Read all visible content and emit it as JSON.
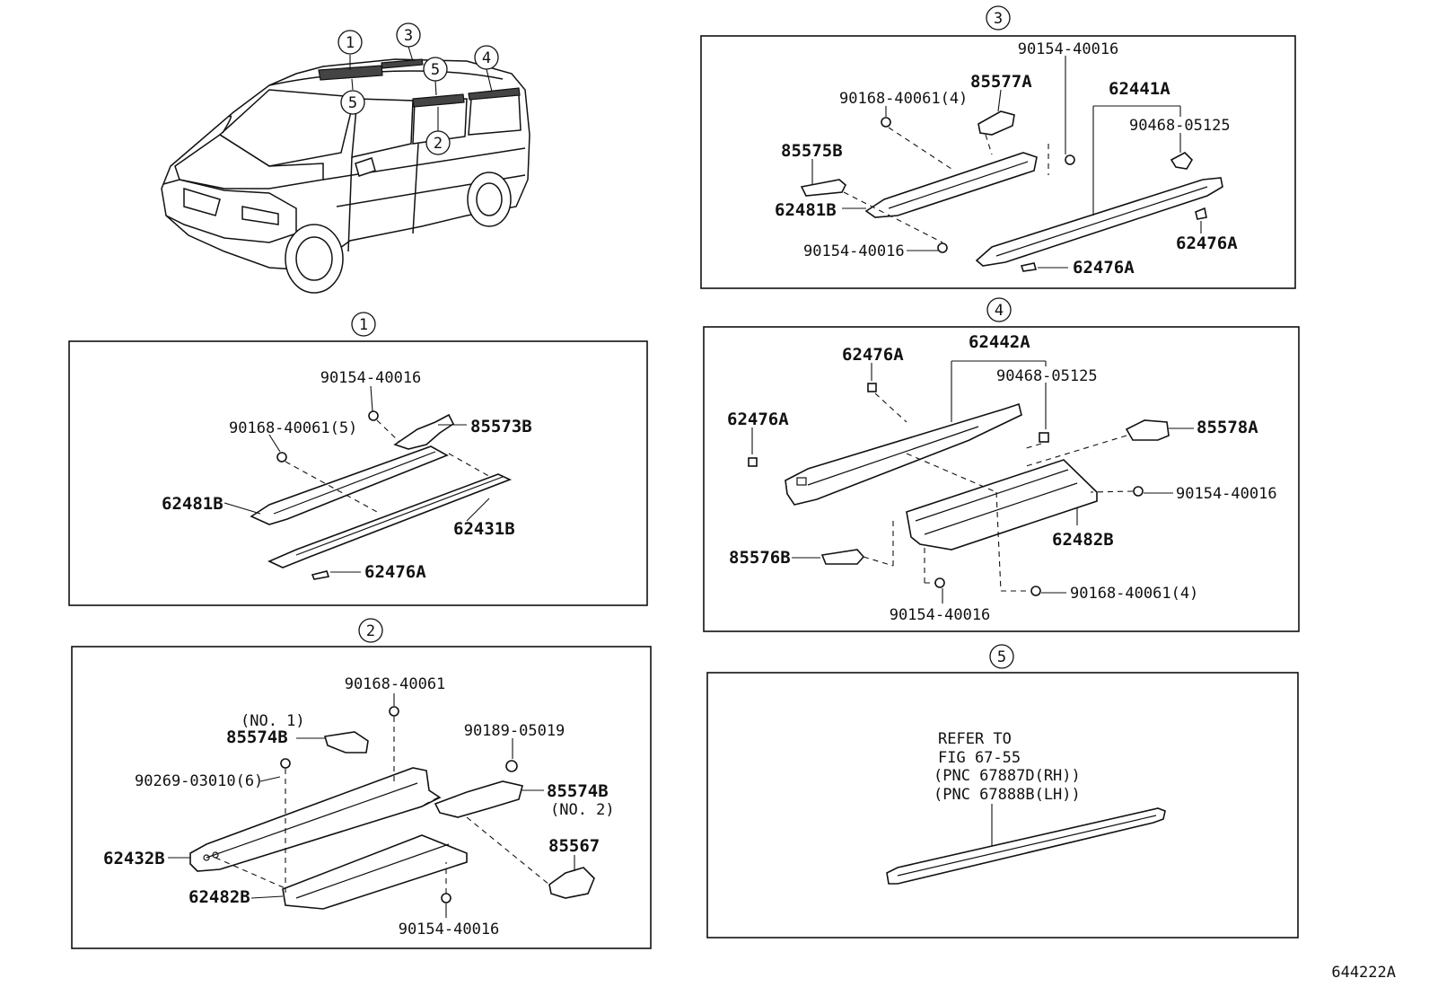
{
  "diagram_id": "644222A",
  "car_callouts": [
    "1",
    "3",
    "4",
    "5",
    "5",
    "2"
  ],
  "sections": {
    "s1": {
      "number": "1",
      "labels": {
        "a": "90154-40016",
        "b": "90168-40061(5)",
        "c": "85573B",
        "d": "62481B",
        "e": "62431B",
        "f": "62476A"
      }
    },
    "s2": {
      "number": "2",
      "labels": {
        "a": "90168-40061",
        "b": "(NO. 1)",
        "c": "85574B",
        "d": "90189-05019",
        "e": "90269-03010(6)",
        "f": "85574B",
        "g": "(NO. 2)",
        "h": "85567",
        "i": "62432B",
        "j": "62482B",
        "k": "90154-40016"
      }
    },
    "s3": {
      "number": "3",
      "labels": {
        "a": "90154-40016",
        "b": "85577A",
        "c": "62441A",
        "d": "90168-40061(4)",
        "e": "90468-05125",
        "f": "85575B",
        "g": "62481B",
        "h": "62476A",
        "i": "90154-40016",
        "j": "62476A"
      }
    },
    "s4": {
      "number": "4",
      "labels": {
        "a": "62476A",
        "b": "62442A",
        "c": "90468-05125",
        "d": "62476A",
        "e": "85578A",
        "f": "90154-40016",
        "g": "62482B",
        "h": "85576B",
        "i": "90168-40061(4)",
        "j": "90154-40016"
      }
    },
    "s5": {
      "number": "5",
      "labels": {
        "a": "REFER TO",
        "b": "FIG 67-55",
        "c": "(PNC 67887D(RH))",
        "d": "(PNC 67888B(LH))"
      }
    }
  }
}
